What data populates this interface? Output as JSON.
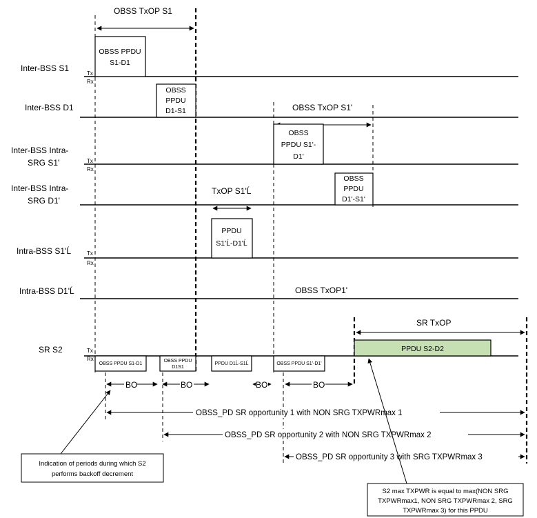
{
  "rows": {
    "inter_bss_s1": "Inter-BSS S1",
    "inter_bss_d1": "Inter-BSS D1",
    "s1p_line1": "Inter-BSS Intra-",
    "s1p_line2": "SRG S1'",
    "d1p_line1": "Inter-BSS Intra-",
    "d1p_line2": "SRG D1'",
    "intra_s1": "Intra-BSS S1'Ĺ",
    "intra_d1": "Intra-BSS D1'Ĺ",
    "sr_s2": "SR S2"
  },
  "tx": "Tx",
  "rx": "Rx",
  "txop": {
    "obss_s1": "OBSS TxOP S1",
    "obss_s1p": "OBSS TxOP S1'",
    "s1pl": "TxOP S1'Ĺ",
    "obss_p1p": "OBSS TxOP1'",
    "sr": "SR TxOP"
  },
  "boxes": {
    "s1d1_l1": "OBSS PPDU",
    "s1d1_l2": "S1-D1",
    "d1s1_l1": "OBSS",
    "d1s1_l2": "PPDU",
    "d1s1_l3": "D1-S1",
    "s1pd1p_l1": "OBSS",
    "s1pd1p_l2": "PPDU S1'-",
    "s1pd1p_l3": "D1'",
    "d1ps1p_l1": "OBSS",
    "d1ps1p_l2": "PPDU",
    "d1ps1p_l3": "D1'-S1'",
    "intra_l1": "PPDU",
    "intra_l2": "S1'Ĺ-D1'Ĺ",
    "sr_ppdu": "PPDU S2-D2"
  },
  "rx_boxes": {
    "a": "OBSS PPDU S1-D1",
    "b_l1": "OBSS PPDU",
    "b_l2": "D1S1",
    "c": "PPDU D1Ĺ-S1Ĺ",
    "d": "OBSS PPDU S1'-D1'"
  },
  "bo": "BO",
  "opportunities": {
    "o1": "OBSS_PD SR opportunity 1 with NON SRG TXPWRmax 1",
    "o2": "OBSS_PD SR opportunity 2 with NON SRG TXPWRmax 2",
    "o3": "OBSS_PD SR opportunity 3 with SRG TXPWRmax 3"
  },
  "notes": {
    "left_l1": "Indication of periods during which S2",
    "left_l2": "performs backoff decrement",
    "right_l1": "S2 max TXPWR is equal to max(NON SRG",
    "right_l2": "TXPWRmax1, NON SRG TXPWRmax 2, SRG",
    "right_l3": "TXPWRmax 3) for this PPDU"
  }
}
